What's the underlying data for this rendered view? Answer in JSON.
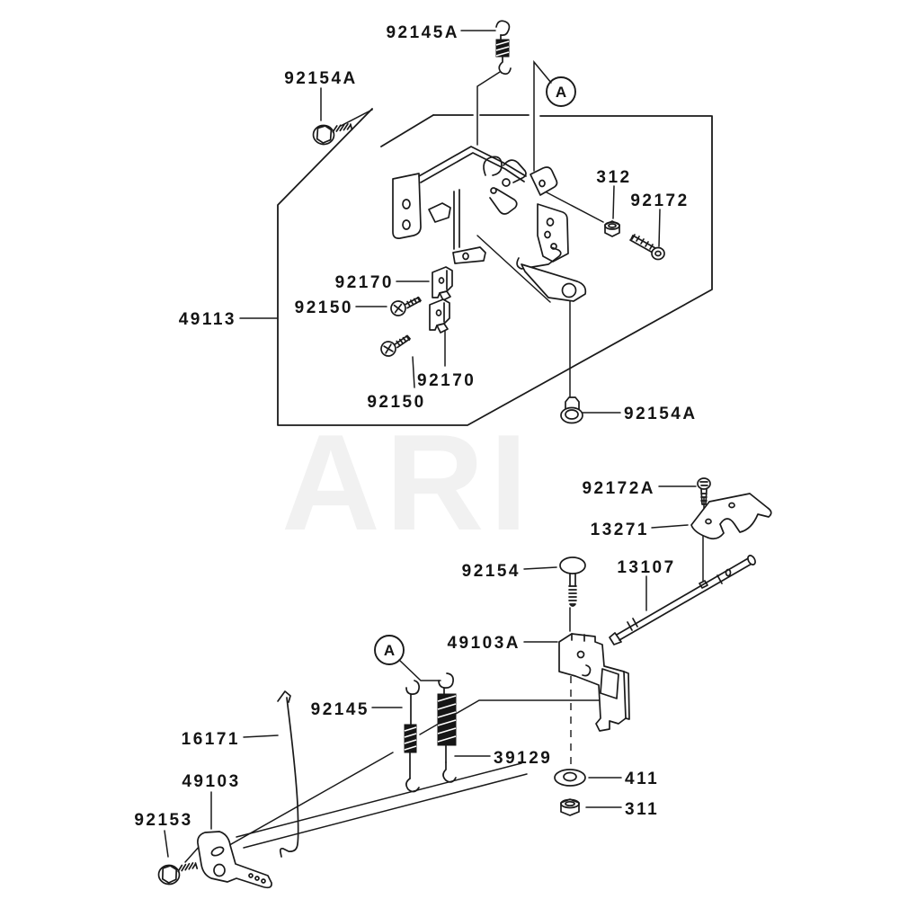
{
  "diagram": {
    "watermark": "ARI",
    "colors": {
      "background": "#ffffff",
      "line": "#1a1a1a",
      "label_text": "#141414",
      "watermark": "#f1f1f1",
      "spring_coil_fill": "#161616"
    },
    "view_markers": {
      "top": {
        "text": "A"
      },
      "bottom": {
        "text": "A"
      }
    },
    "labels": {
      "p92145A": {
        "text": "92145A"
      },
      "p92154A_top": {
        "text": "92154A"
      },
      "p312": {
        "text": "312"
      },
      "p92172": {
        "text": "92172"
      },
      "p49113": {
        "text": "49113"
      },
      "p92170_a": {
        "text": "92170"
      },
      "p92150_a": {
        "text": "92150"
      },
      "p92170_b": {
        "text": "92170"
      },
      "p92150_b": {
        "text": "92150"
      },
      "p92154A_bottom": {
        "text": "92154A"
      },
      "p92172A": {
        "text": "92172A"
      },
      "p13271": {
        "text": "13271"
      },
      "p13107": {
        "text": "13107"
      },
      "p92154": {
        "text": "92154"
      },
      "p49103A": {
        "text": "49103A"
      },
      "p92145": {
        "text": "92145"
      },
      "p16171": {
        "text": "16171"
      },
      "p49103": {
        "text": "49103"
      },
      "p92153": {
        "text": "92153"
      },
      "p39129": {
        "text": "39129"
      },
      "p411": {
        "text": "411"
      },
      "p311": {
        "text": "311"
      }
    }
  }
}
